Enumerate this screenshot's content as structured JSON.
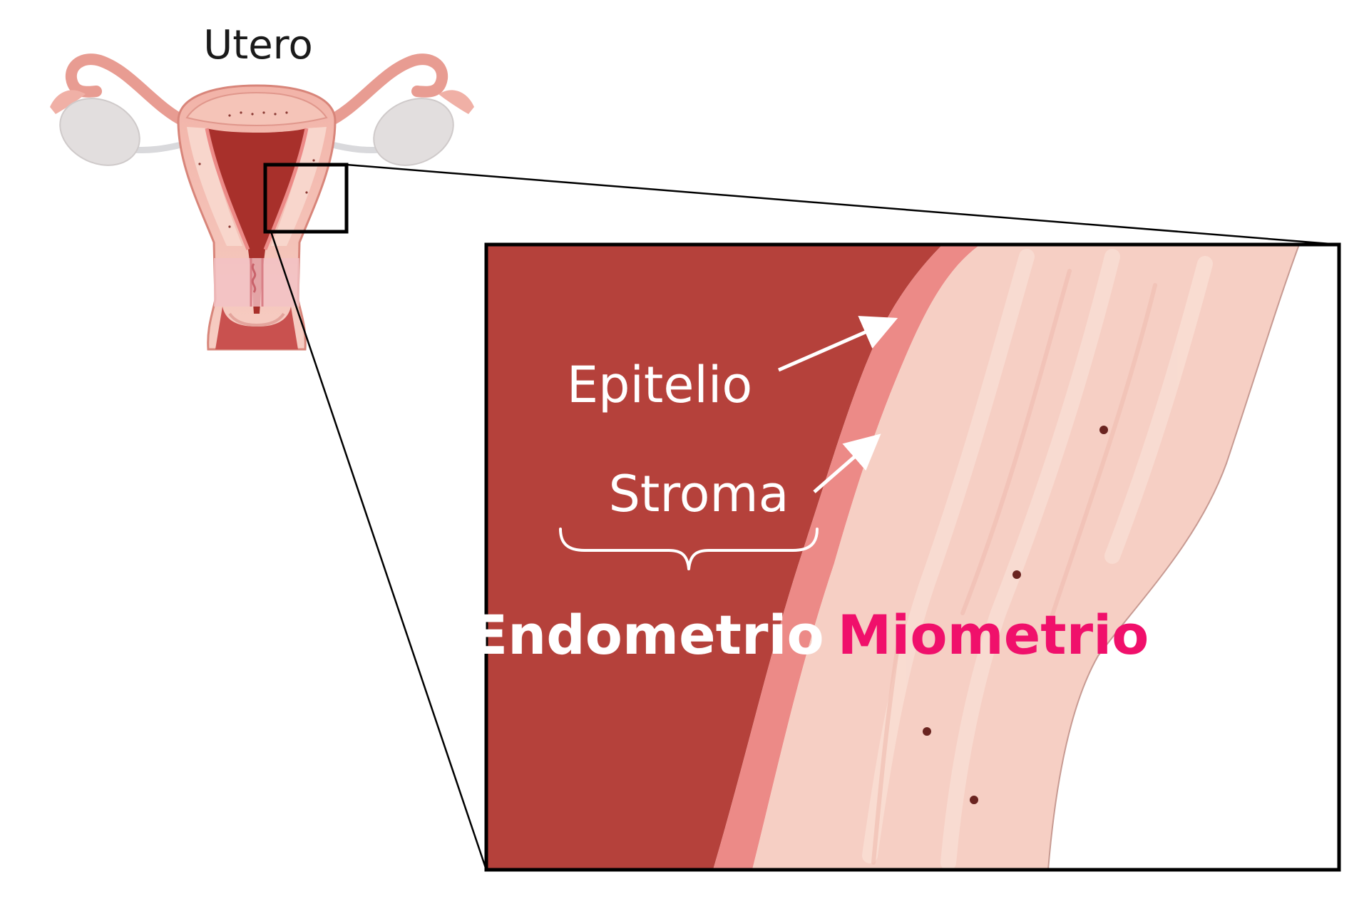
{
  "labels": {
    "uterus": "Utero",
    "epithelium": "Epitelio",
    "stroma": "Stroma",
    "endometrium": "Endometrio",
    "myometrium": "Miometrio"
  },
  "colors": {
    "background": "#ffffff",
    "endometrium": "#b5413b",
    "epithelium": "#ec8a87",
    "myometrium": "#f6cfc4",
    "myometrium_streak": "#f9ddd3",
    "myometrium_label": "#f0106b",
    "ovary": "#e2dede",
    "frame": "#000000",
    "annotation": "#ffffff"
  }
}
